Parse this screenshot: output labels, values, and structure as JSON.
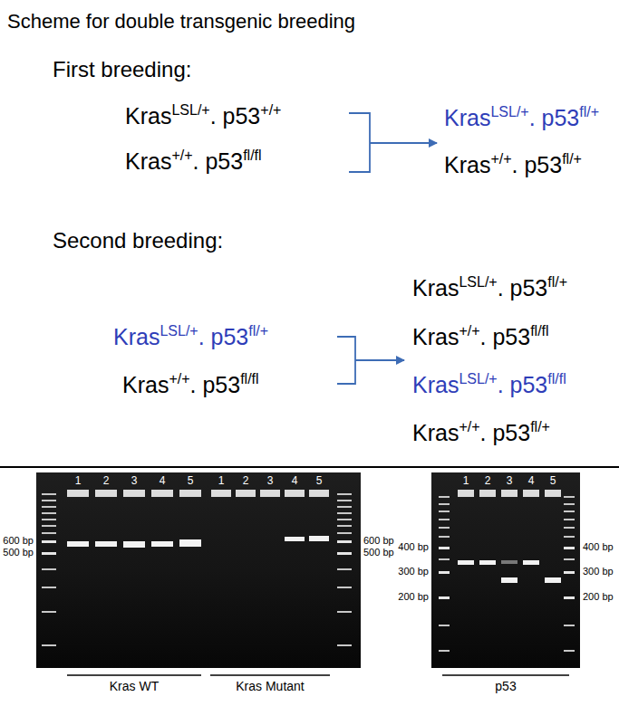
{
  "diagram": {
    "title": "Scheme for double transgenic breeding",
    "labels": [
      "First breeding:",
      "Kras",
      "LSL/+",
      ". p53",
      "+/+",
      "Kras",
      "+/+",
      ". p53",
      "fl/fl",
      "Kras",
      "LSL/+",
      ". p53",
      "fl/+",
      "Kras",
      "+/+",
      ". p53",
      "fl/+",
      "Second breeding:",
      "Kras",
      "LSL/+",
      ". p53",
      "fl/+",
      "Kras",
      "+/+",
      ". p53",
      "fl/fl",
      "Kras",
      "LSL/+",
      ". p53",
      "fl/+",
      "Kras",
      "+/+",
      ". p53",
      "fl/fl",
      "Kras",
      "LSL/+",
      ". p53",
      "fl/fl",
      "Kras",
      "+/+",
      ". p53",
      "fl/+",
      "1",
      "2",
      "3",
      "4",
      "5",
      "1",
      "2",
      "3",
      "4",
      "5",
      "600 bp",
      "500 bp",
      "600 bp",
      "500 bp",
      "Kras WT",
      "Kras Mutant",
      "1",
      "2",
      "3",
      "4",
      "5",
      "400 bp",
      "300 bp",
      "200 bp",
      "400 bp",
      "300 bp",
      "200 bp",
      "p53"
    ]
  }
}
